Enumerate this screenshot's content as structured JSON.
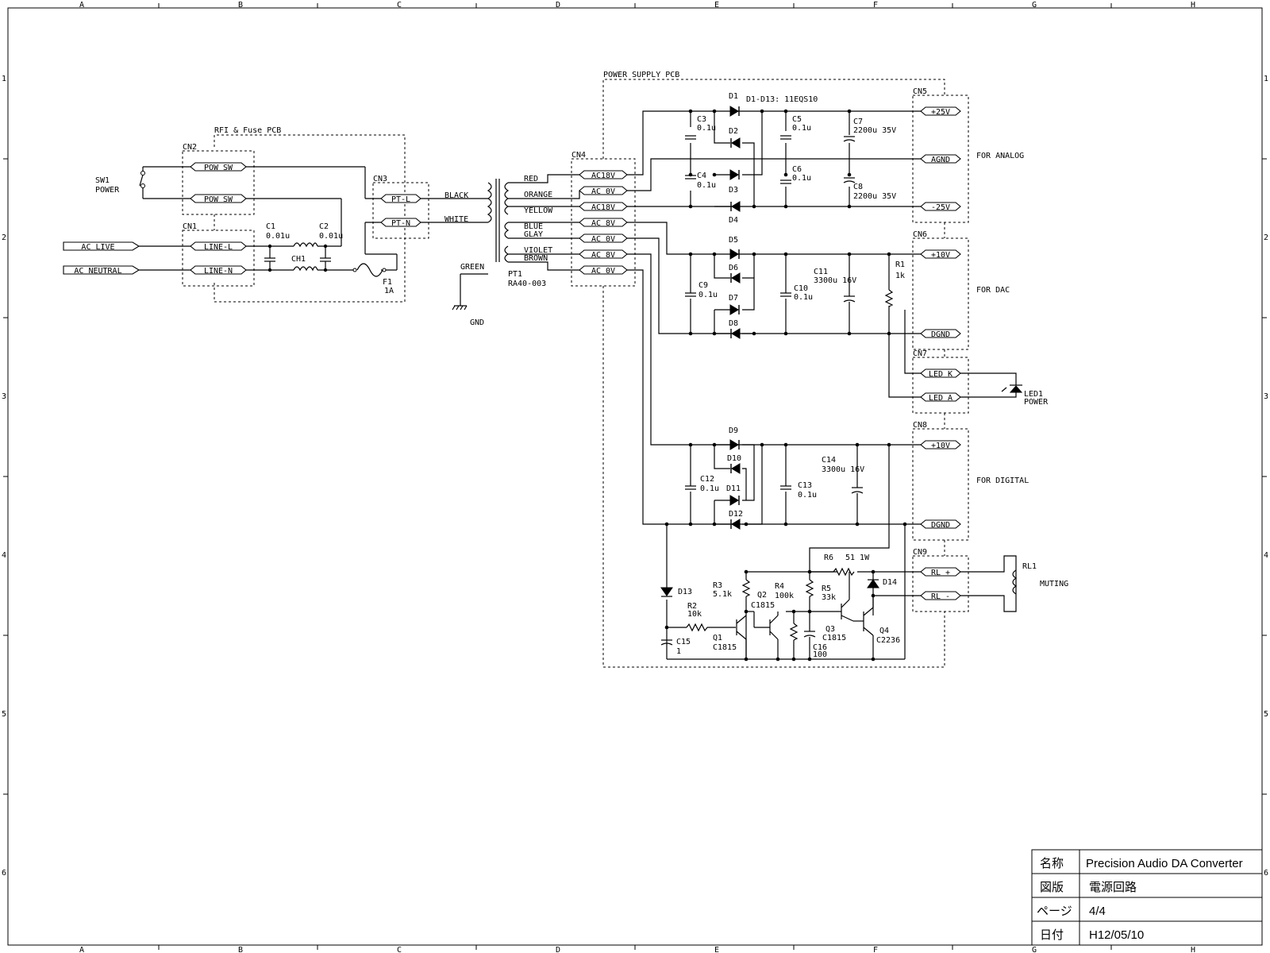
{
  "grid": {
    "cols": [
      "A",
      "B",
      "C",
      "D",
      "E",
      "F",
      "G",
      "H"
    ],
    "rows": [
      "1",
      "2",
      "3",
      "4",
      "5",
      "6"
    ]
  },
  "blocks": {
    "rfi": "RFI & Fuse PCB",
    "psu": "POWER SUPPLY PCB"
  },
  "conn": {
    "cn1": "CN1",
    "cn2": "CN2",
    "cn3": "CN3",
    "cn4": "CN4",
    "cn5": "CN5",
    "cn6": "CN6",
    "cn7": "CN7",
    "cn8": "CN8",
    "cn9": "CN9"
  },
  "pins": {
    "pow_sw": "POW SW",
    "line_l": "LINE-L",
    "line_n": "LINE-N",
    "pt_l": "PT-L",
    "pt_n": "PT-N",
    "ac18v": "AC18V",
    "ac0v": "AC 0V",
    "ac8v": "AC 8V",
    "p25v": "+25V",
    "agnd": "AGND",
    "m25v": "-25V",
    "p10v": "+10V",
    "dgnd": "DGND",
    "led_k": "LED K",
    "led_a": "LED A",
    "rl_p": "RL +",
    "rl_m": "RL -"
  },
  "inputs": {
    "ac_live": "AC LIVE",
    "ac_neutral": "AC NEUTRAL"
  },
  "sw1": {
    "ref": "SW1",
    "name": "POWER"
  },
  "c1": {
    "ref": "C1",
    "val": "0.01u"
  },
  "c2": {
    "ref": "C2",
    "val": "0.01u"
  },
  "ch1": "CH1",
  "f1": {
    "ref": "F1",
    "val": "1A"
  },
  "wires": {
    "black": "BLACK",
    "white": "WHITE",
    "green": "GREEN",
    "red": "RED",
    "orange": "ORANGE",
    "yellow": "YELLOW",
    "blue": "BLUE",
    "glay": "GLAY",
    "violet": "VIOLET",
    "brown": "BROWN"
  },
  "gnd": "GND",
  "pt1": {
    "ref": "PT1",
    "val": "RA40-003"
  },
  "diodes": {
    "d1": "D1",
    "d2": "D2",
    "d3": "D3",
    "d4": "D4",
    "d5": "D5",
    "d6": "D6",
    "d7": "D7",
    "d8": "D8",
    "d9": "D9",
    "d10": "D10",
    "d11": "D11",
    "d12": "D12",
    "d13": "D13",
    "d14": "D14",
    "note": "D1-D13: 11EQS10"
  },
  "caps": {
    "c3": "C3",
    "c3v": "0.1u",
    "c4": "C4",
    "c4v": "0.1u",
    "c5": "C5",
    "c5v": "0.1u",
    "c6": "C6",
    "c6v": "0.1u",
    "c7": "C7",
    "c7v": "2200u 35V",
    "c8": "C8",
    "c8v": "2200u 35V",
    "c9": "C9",
    "c9v": "0.1u",
    "c10": "C10",
    "c10v": "0.1u",
    "c11": "C11",
    "c11v": "3300u 16V",
    "c12": "C12",
    "c12v": "0.1u",
    "c13": "C13",
    "c13v": "0.1u",
    "c14": "C14",
    "c14v": "3300u 16V",
    "c15": "C15",
    "c15v": "1",
    "c16": "C16",
    "c16v": "100"
  },
  "res": {
    "r1": "R1",
    "r1v": "1k",
    "r2": "R2",
    "r2v": "10k",
    "r3": "R3",
    "r3v": "5.1k",
    "r4": "R4",
    "r4v": "100k",
    "r5": "R5",
    "r5v": "33k",
    "r6": "R6",
    "r6v": "51 1W"
  },
  "trans": {
    "q1": "Q1",
    "q1v": "C1815",
    "q2": "Q2",
    "q2v": "C1815",
    "q3": "Q3",
    "q3v": "C1815",
    "q4": "Q4",
    "q4v": "C2236"
  },
  "outputs": {
    "analog": "FOR ANALOG",
    "dac": "FOR DAC",
    "digital": "FOR DIGITAL"
  },
  "led1": {
    "ref": "LED1",
    "name": "POWER"
  },
  "rl1": {
    "ref": "RL1",
    "name": "MUTING"
  },
  "titleblock": {
    "name_label": "名称",
    "name_value": "Precision Audio DA Converter",
    "drawing_label": "図版",
    "drawing_value": "電源回路",
    "page_label": "ページ",
    "page_value": "4/4",
    "date_label": "日付",
    "date_value": "H12/05/10"
  }
}
